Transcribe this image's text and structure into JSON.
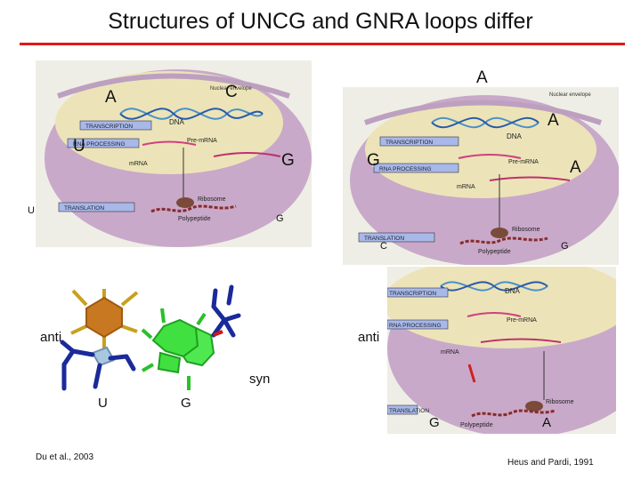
{
  "title": "Structures of UNCG and GNRA loops differ",
  "colors": {
    "rule": "#e01818",
    "cell": "#c9a9c9",
    "nucleus": "#ece4b8"
  },
  "cell_labels": {
    "nuclear_envelope": "Nuclear envelope",
    "dna": "DNA",
    "transcription": "TRANSCRIPTION",
    "pre_mrna": "Pre-mRNA",
    "rna_processing": "RNA PROCESSING",
    "mrna": "mRNA",
    "ribosome": "Ribosome",
    "translation": "TRANSLATION",
    "polypeptide": "Polypeptide"
  },
  "loop_letters": {
    "left_A": "A",
    "left_C": "C",
    "left_U_big": "U",
    "left_G_big": "G",
    "left_U_small": "U",
    "left_G_small": "G",
    "right_A_top": "A",
    "right_A_2": "A",
    "right_G_big": "G",
    "right_A_3": "A",
    "right_C_small": "C",
    "right_G_small": "G"
  },
  "structure_labels": {
    "anti_left": "anti",
    "anti_right": "anti",
    "syn": "syn",
    "U": "U",
    "G": "G",
    "bottom_G": "G",
    "bottom_A": "A"
  },
  "citations": {
    "left": "Du et al., 2003",
    "right": "Heus and Pardi, 1991"
  }
}
